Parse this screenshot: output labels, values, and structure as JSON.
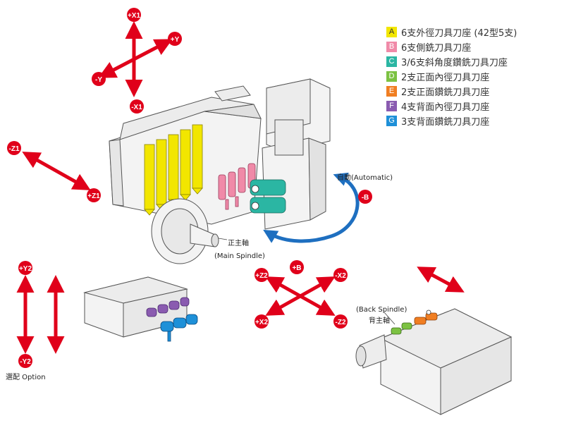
{
  "legend": [
    {
      "letter": "A",
      "label": "6支外徑刀具刀座 (42型5支)",
      "color": "#f2e600",
      "text_color": "#333333"
    },
    {
      "letter": "B",
      "label": "6支側銑刀具刀座",
      "color": "#f08aa8",
      "text_color": "#ffffff"
    },
    {
      "letter": "C",
      "label": "3/6支斜角度鑽銑刀具刀座",
      "color": "#2bb6a3",
      "text_color": "#ffffff"
    },
    {
      "letter": "D",
      "label": "2支正面內徑刀具刀座",
      "color": "#7cc242",
      "text_color": "#ffffff"
    },
    {
      "letter": "E",
      "label": "2支正面鑽銑刀具刀座",
      "color": "#f07e22",
      "text_color": "#ffffff"
    },
    {
      "letter": "F",
      "label": "4支背面內徑刀具刀座",
      "color": "#8a5bb0",
      "text_color": "#ffffff"
    },
    {
      "letter": "G",
      "label": "3支背面鑽銑刀具刀座",
      "color": "#1e90d8",
      "text_color": "#ffffff"
    }
  ],
  "axes": {
    "x1_pos": "+X1",
    "x1_neg": "-X1",
    "y_pos": "+Y",
    "y_neg": "-Y",
    "z1_neg": "-Z1",
    "z1_pos": "+Z1",
    "b_neg": "-B",
    "b_pos": "+B",
    "z2_pos": "+Z2",
    "x2_neg": "-X2",
    "x2_pos": "+X2",
    "z2_neg": "-Z2",
    "y2_pos": "+Y2",
    "y2_neg": "-Y2"
  },
  "labels": {
    "automatic": "自動(Automatic)",
    "main_spindle_cn": "正主軸",
    "main_spindle_en": "(Main Spindle)",
    "back_spindle_en": "(Back Spindle)",
    "back_spindle_cn": "背主軸",
    "option": "選配 Option"
  },
  "colors": {
    "axis_red": "#e0001a",
    "arrow_blue": "#1e6fc0",
    "line": "#555555",
    "face": "#f3f3f3"
  }
}
